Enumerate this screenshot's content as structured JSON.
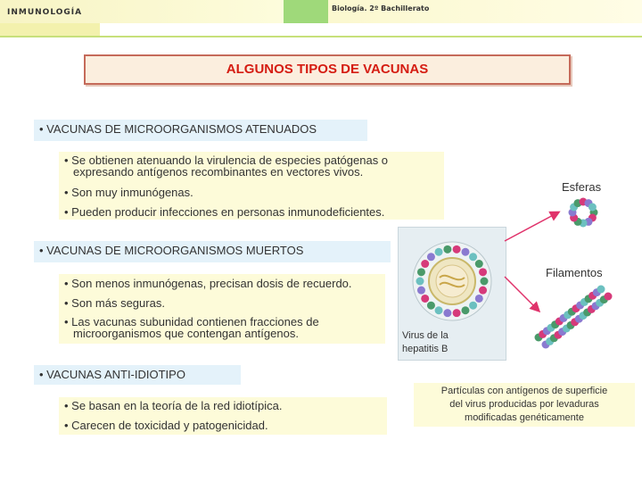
{
  "header": {
    "subject": "INMUNOLOGÍA",
    "course": "Biología. 2º Bachillerato"
  },
  "title": "ALGUNOS TIPOS DE VACUNAS",
  "sections": [
    {
      "heading": "• VACUNAS DE  MICROORGANISMOS ATENUADOS",
      "bullets": [
        "• Se obtienen atenuando la virulencia de especies patógenas o",
        "expresando antígenos recombinantes en vectores vivos.",
        "• Son muy inmunógenas.",
        "• Pueden producir infecciones en personas inmunodeficientes."
      ]
    },
    {
      "heading": "• VACUNAS DE  MICROORGANISMOS MUERTOS",
      "bullets": [
        "• Son menos inmunógenas, precisan dosis de recuerdo.",
        "• Son más seguras.",
        "• Las vacunas subunidad contienen fracciones de",
        "microorganismos que contengan antígenos."
      ]
    },
    {
      "heading": "• VACUNAS ANTI-IDIOTIPO",
      "bullets": [
        "• Se basan en la teoría de la red idiotípica.",
        "•  Carecen de toxicidad y patogenicidad."
      ]
    }
  ],
  "figure": {
    "label_spheres": "Esferas",
    "label_filaments": "Filamentos",
    "virus_caption_1": "Virus de la",
    "virus_caption_2": "hepatitis B",
    "particles_caption_1": "Partículas con antígenos de superficie",
    "particles_caption_2": "del virus producidas por levaduras",
    "particles_caption_3": "modificadas genéticamente"
  },
  "colors": {
    "title_red": "#d51c12",
    "title_border": "#c56a5a",
    "section_bg": "#e4f2fa",
    "bullet_bg": "#fdfbd9",
    "arrow": "#e0336b"
  }
}
